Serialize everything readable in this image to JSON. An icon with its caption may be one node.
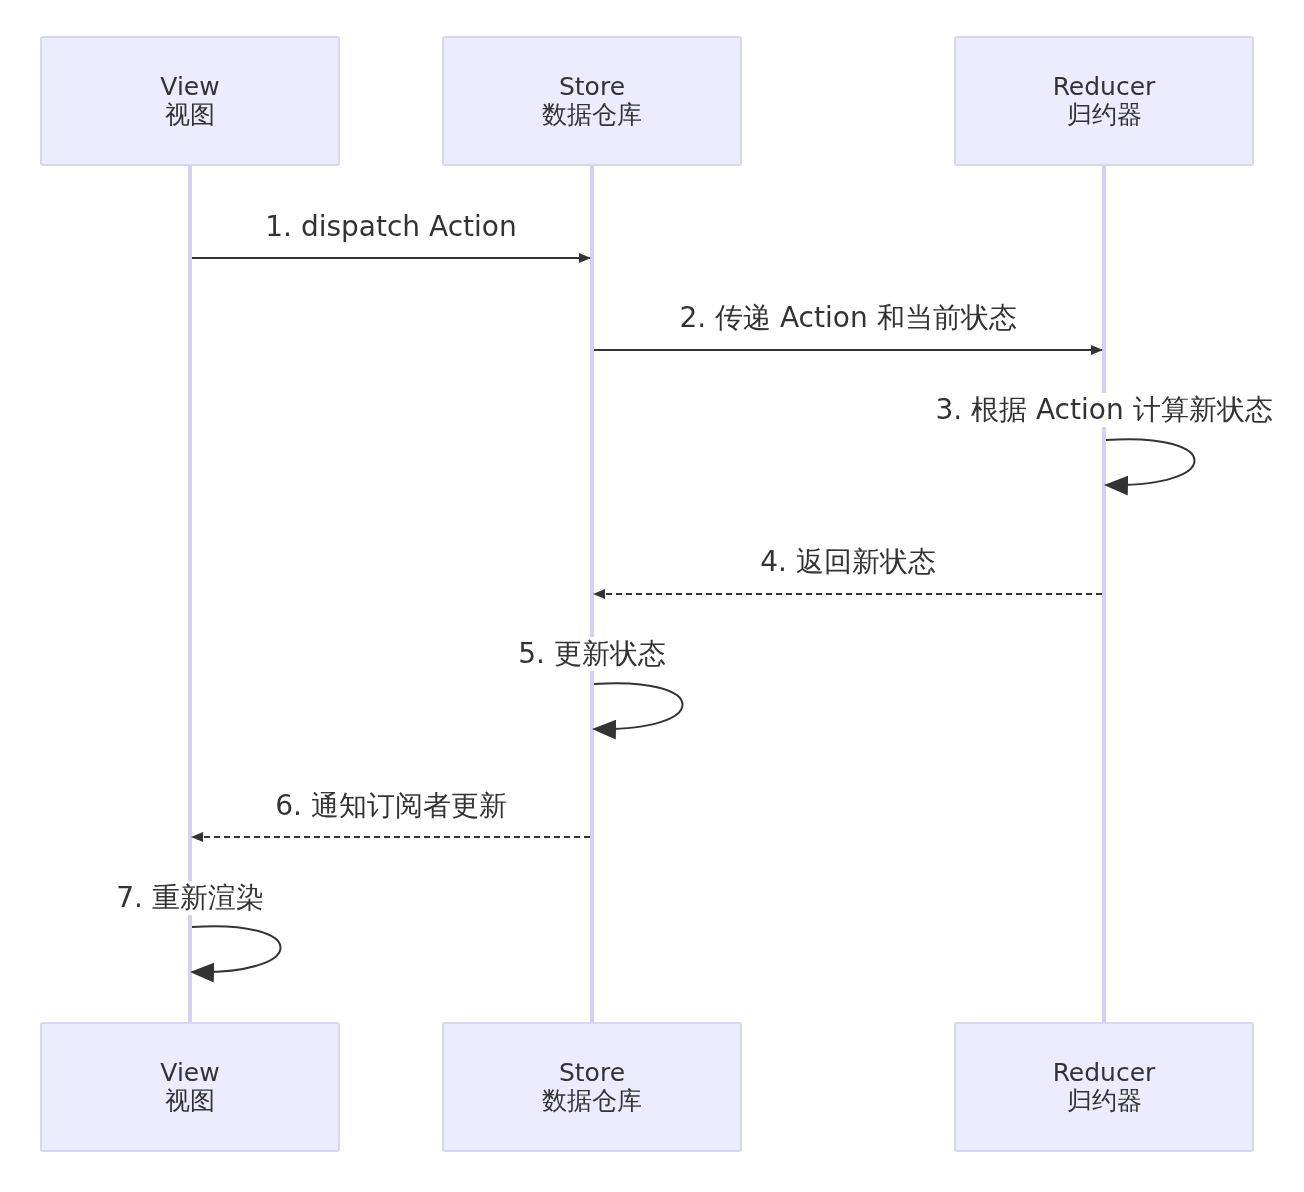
{
  "diagram": {
    "nodes": [
      {
        "text": [
          "View 视图"
        ]
      },
      {
        "text": [
          "Store 数据仓库"
        ]
      },
      {
        "text": [
          "Reducer 归约器"
        ]
      },
      {
        "text": [],
        "shape": "bar"
      },
      {
        "text": [],
        "shape": "bar"
      },
      {
        "text": [],
        "shape": "bar"
      },
      {
        "text": [
          "View 视图"
        ]
      },
      {
        "text": [
          "Store 数据仓库"
        ]
      },
      {
        "text": [
          "Reducer 归约器"
        ]
      }
    ],
    "edges": [
      {
        "from": 3,
        "to": 4,
        "arrow": "to",
        "label": "1. dispatch Action"
      },
      {
        "from": 4,
        "to": 5,
        "arrow": "to",
        "label": "2. 传递 Action 和当前状态"
      },
      {
        "from": 5,
        "to": 5,
        "arrow": "to",
        "label": "3. 根据 Action 计算新状态"
      },
      {
        "from": 5,
        "to": 4,
        "arrow": "to",
        "label": "4. 返回新状态",
        "style": "dashed"
      },
      {
        "from": 4,
        "to": 4,
        "arrow": "to",
        "label": "5. 更新状态"
      },
      {
        "from": 4,
        "to": 3,
        "arrow": "to",
        "label": "6. 通知订阅者更新",
        "style": "dashed"
      },
      {
        "from": 3,
        "to": 3,
        "arrow": "to",
        "label": "7. 重新渲染"
      }
    ]
  }
}
